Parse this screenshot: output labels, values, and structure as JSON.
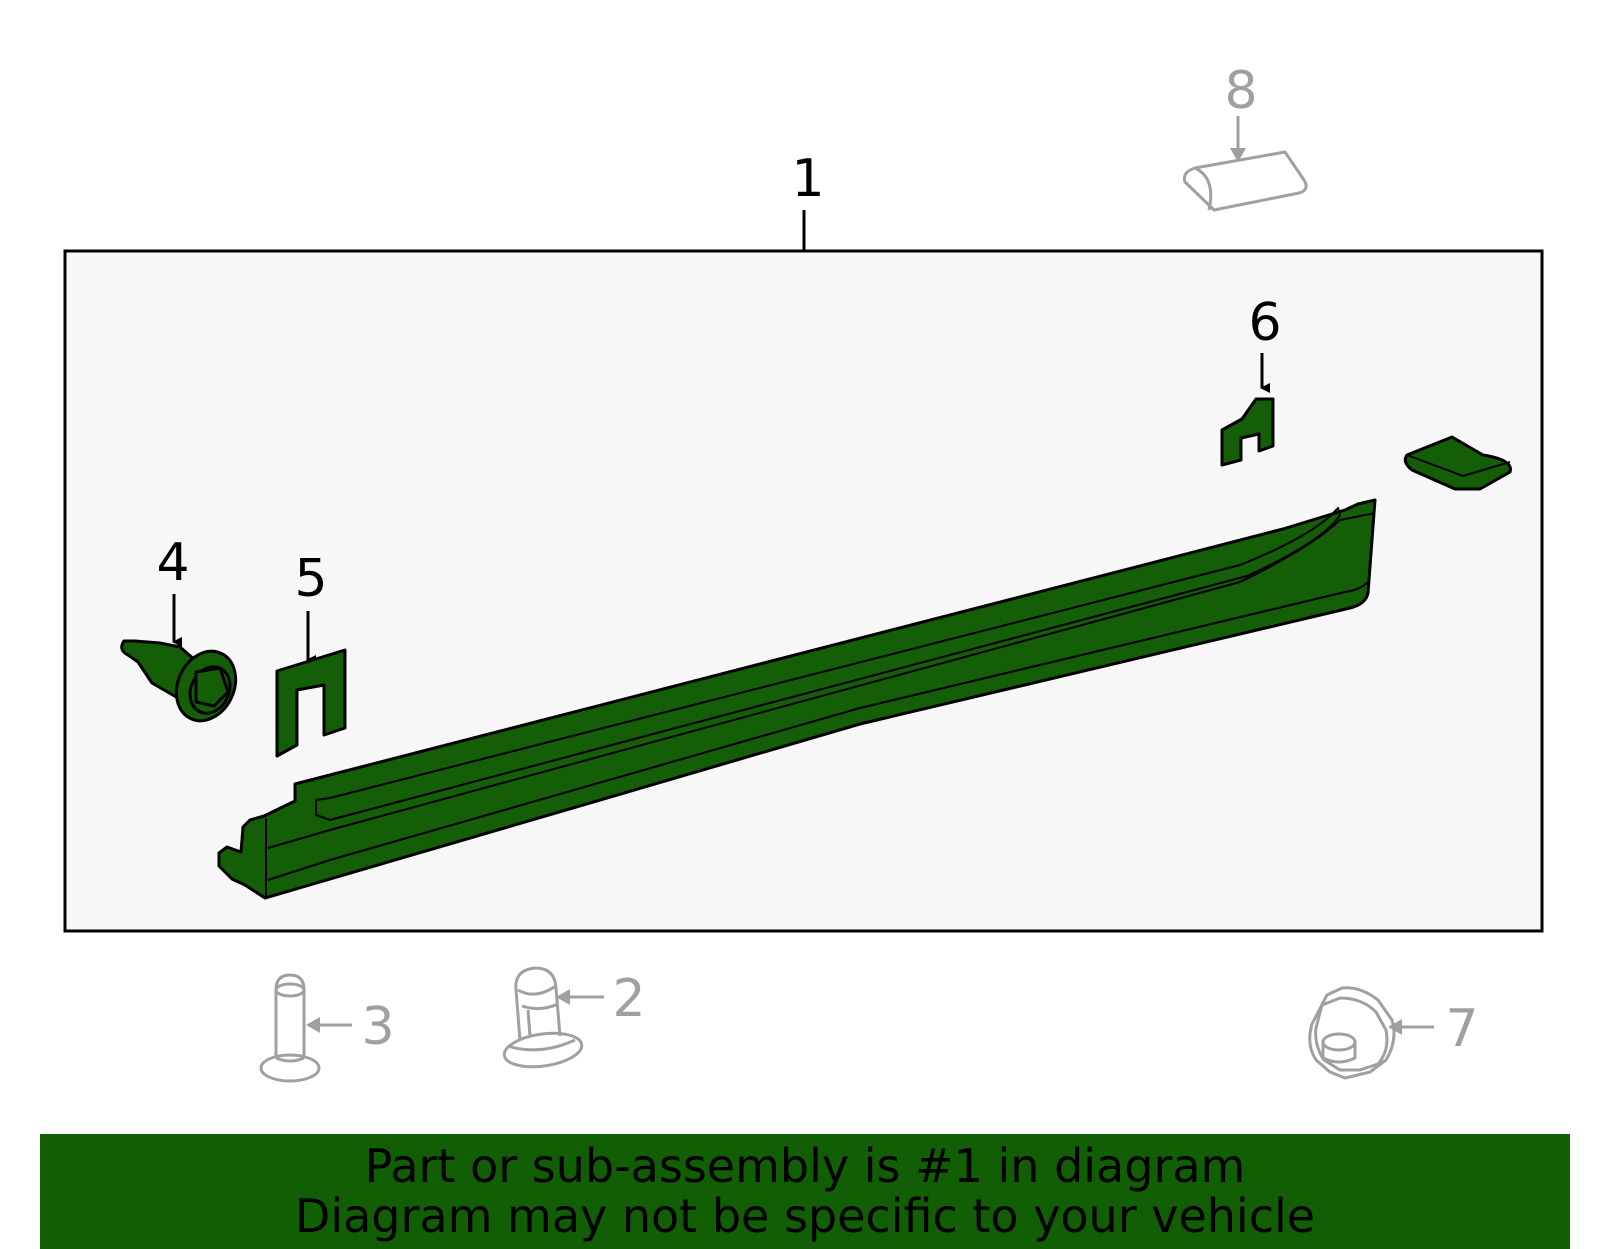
{
  "colors": {
    "part_fill": "#145e08",
    "highlight_outline": "#000000",
    "gray_part": "#a0a0a0",
    "assembly_box_bg": "#f7f7f7",
    "banner_bg": "#115e05"
  },
  "callouts": {
    "c1": "1",
    "c2": "2",
    "c3": "3",
    "c4": "4",
    "c5": "5",
    "c6": "6",
    "c7": "7",
    "c8": "8"
  },
  "banner": {
    "line1": "Part or sub-assembly is #1 in diagram",
    "line2": "Diagram may not be specific to your vehicle"
  }
}
